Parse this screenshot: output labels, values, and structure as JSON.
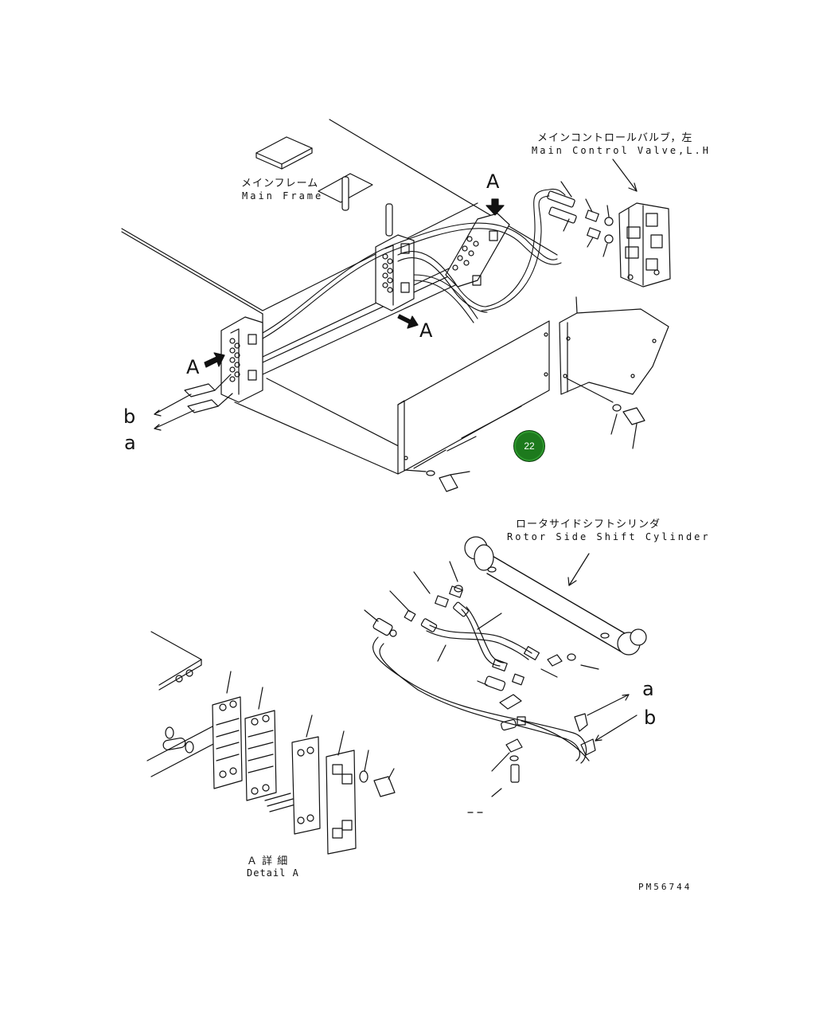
{
  "labels": {
    "main_frame_jp": "メインフレーム",
    "main_frame_en": "Main Frame",
    "main_control_valve_jp": "メインコントロールバルブ，左",
    "main_control_valve_en": "Main Control Valve,L.H",
    "rotor_cylinder_jp": "ロータサイドシフトシリンダ",
    "rotor_cylinder_en": "Rotor Side Shift Cylinder",
    "detail_a_jp": "Ａ 詳 細",
    "detail_a_en": "Detail A",
    "drawing_number": "PM56744"
  },
  "markers": {
    "view_a": "A",
    "port_a": "a",
    "port_b": "b"
  },
  "callouts": [
    {
      "id": "22",
      "label": "22"
    }
  ],
  "colors": {
    "callout_fill": "#1d7a1d",
    "line": "#111111"
  }
}
